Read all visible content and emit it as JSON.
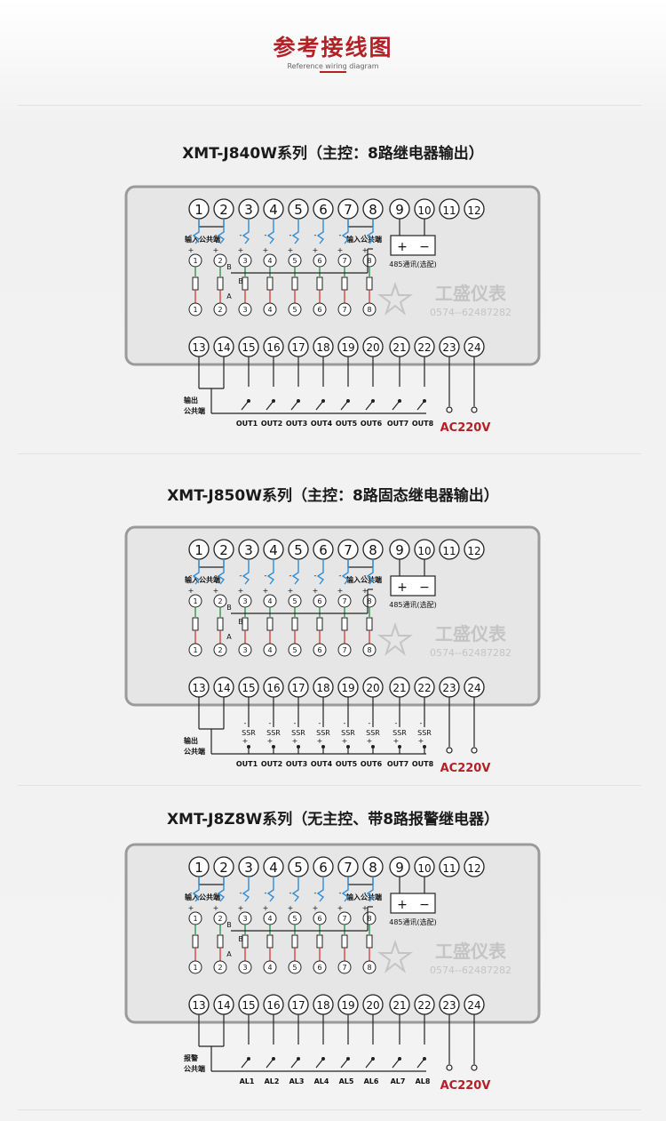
{
  "header": {
    "title": "参考接线图",
    "subtitle": "Reference wiring diagram"
  },
  "sections": [
    {
      "title": "XMT-J840W系列（主控：8路继电器输出）",
      "out_type": "relay",
      "out_common_label": [
        "输出",
        "公共端"
      ],
      "outputs": [
        "OUT1",
        "OUT2",
        "OUT3",
        "OUT4",
        "OUT5",
        "OUT6",
        "OUT7",
        "OUT8"
      ]
    },
    {
      "title": "XMT-J850W系列（主控：8路固态继电器输出）",
      "out_type": "ssr",
      "out_common_label": [
        "输出",
        "公共端"
      ],
      "outputs": [
        "OUT1",
        "OUT2",
        "OUT3",
        "OUT4",
        "OUT5",
        "OUT6",
        "OUT7",
        "OUT8"
      ]
    },
    {
      "title": "XMT-J8Z8W系列（无主控、带8路报警继电器）",
      "out_type": "relay",
      "out_common_label": [
        "报警",
        "公共端"
      ],
      "outputs": [
        "AL1",
        "AL2",
        "AL3",
        "AL4",
        "AL5",
        "AL6",
        "AL7",
        "AL8"
      ]
    }
  ],
  "common": {
    "top_terminals": [
      "1",
      "2",
      "3",
      "4",
      "5",
      "6",
      "7",
      "8",
      "9",
      "10",
      "11",
      "12"
    ],
    "bottom_terminals": [
      "13",
      "14",
      "15",
      "16",
      "17",
      "18",
      "19",
      "20",
      "21",
      "22",
      "23",
      "24"
    ],
    "input_common_label": "输入公共端",
    "channel_numbers": [
      "1",
      "2",
      "3",
      "4",
      "5",
      "6",
      "7",
      "8"
    ],
    "label_a": "A",
    "label_b": "B",
    "plus": "+",
    "minus": "-",
    "comm_plus": "+",
    "comm_minus": "−",
    "comm_label": "485通讯(选配)",
    "ssr_label": "SSR",
    "power_label": "AC220V",
    "watermark_brand": "工盛仪表",
    "watermark_phone": "0574--62487282",
    "colors": {
      "accent_red": "#b32126",
      "panel_fill": "#e6e6e6",
      "panel_border": "#9a9a9a",
      "wire_blue": "#2f8ed8",
      "wire_green": "#1f8f3f",
      "wire_red": "#d9382e",
      "watermark": "#c4c4c4"
    }
  }
}
